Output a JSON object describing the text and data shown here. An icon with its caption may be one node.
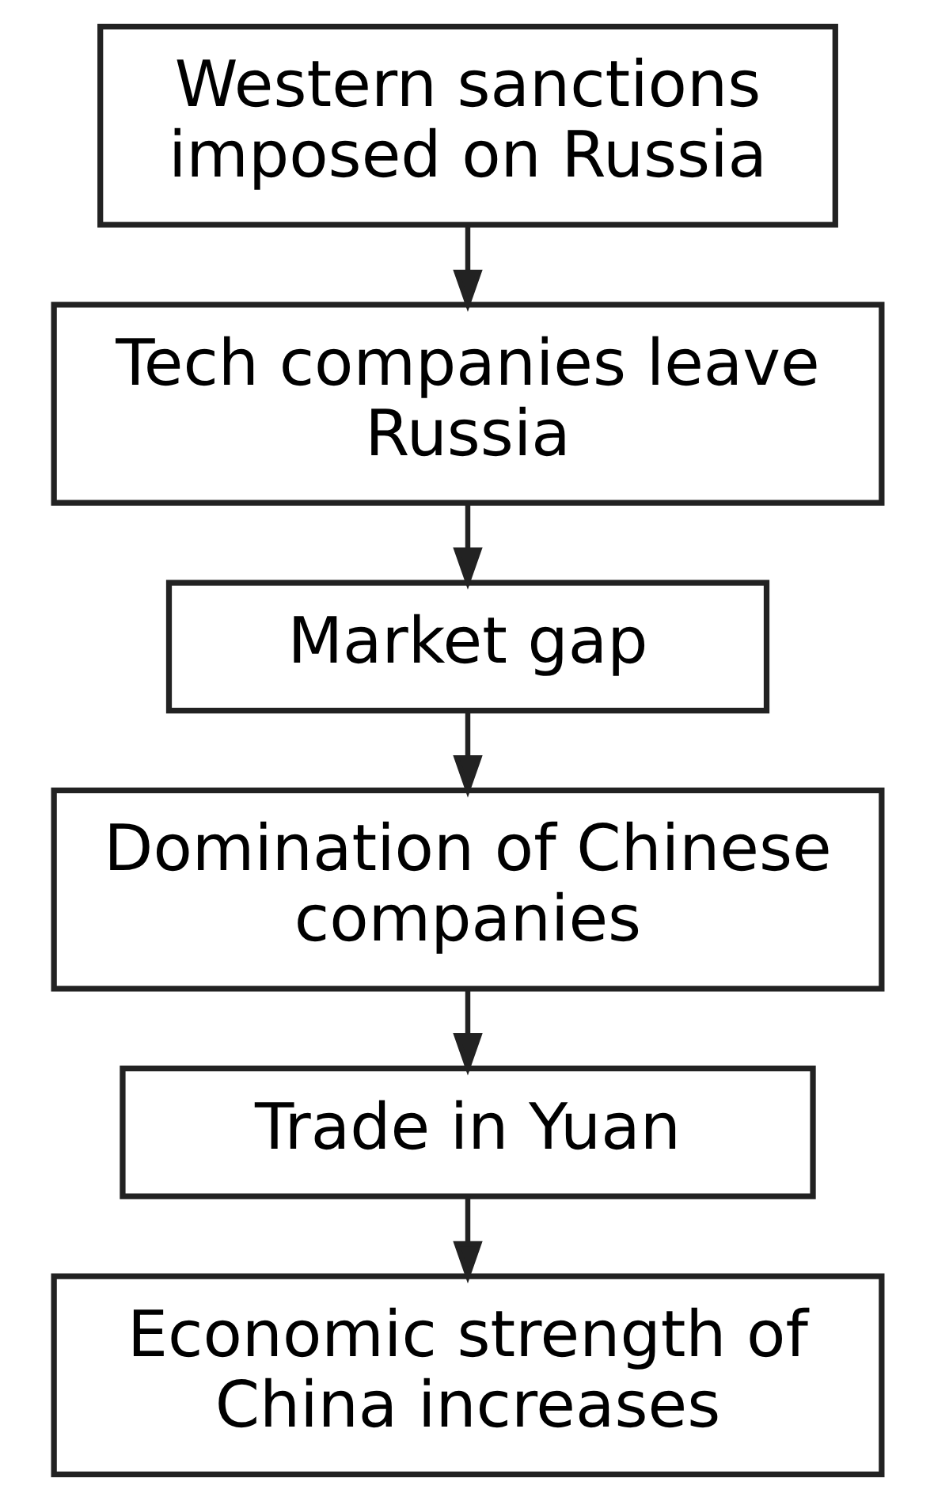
{
  "diagram": {
    "nodes": [
      {
        "text": [
          "Western sanctions imposed on Russia"
        ]
      },
      {
        "text": [
          "Tech companies leave Russia"
        ]
      },
      {
        "text": [
          "Market gap"
        ]
      },
      {
        "text": [
          "Domination of Chinese companies"
        ]
      },
      {
        "text": [
          "Trade in Yuan"
        ]
      },
      {
        "text": [
          "Economic strength of China increases"
        ]
      }
    ],
    "edges": [
      {
        "from": 0,
        "to": 1,
        "arrow": "to"
      },
      {
        "from": 1,
        "to": 2,
        "arrow": "to"
      },
      {
        "from": 2,
        "to": 3,
        "arrow": "to"
      },
      {
        "from": 3,
        "to": 4,
        "arrow": "to"
      },
      {
        "from": 4,
        "to": 5,
        "arrow": "to"
      }
    ]
  }
}
